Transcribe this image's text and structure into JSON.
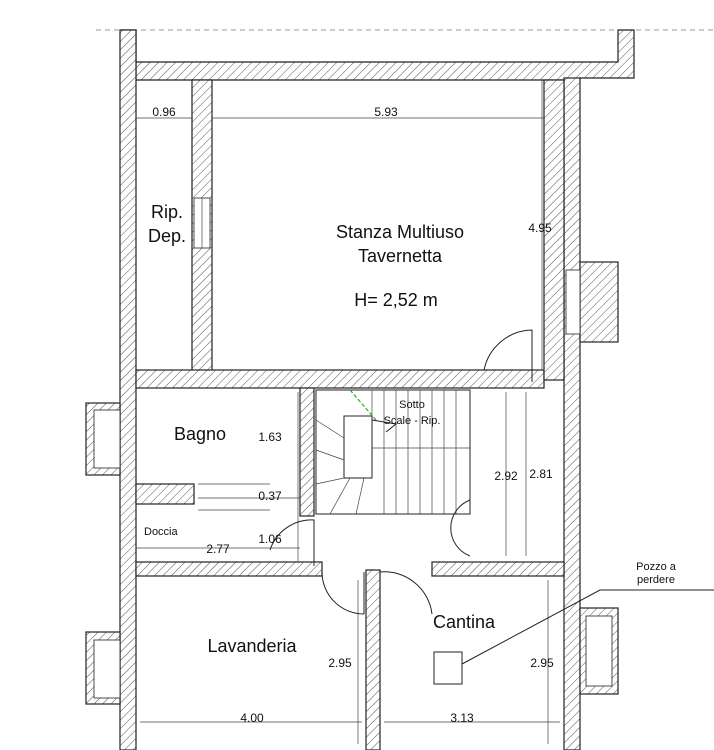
{
  "rooms": {
    "multiuso_line1": "Stanza Multiuso",
    "multiuso_line2": "Tavernetta",
    "height": "H= 2,52 m",
    "rip_line1": "Rip.",
    "rip_line2": "Dep.",
    "bagno": "Bagno",
    "doccia": "Doccia",
    "sotto_line1": "Sotto",
    "sotto_line2": "Scale - Rip.",
    "lavanderia": "Lavanderia",
    "cantina": "Cantina",
    "pozzo_line1": "Pozzo a",
    "pozzo_line2": "perdere"
  },
  "dimensions": {
    "d096": "0.96",
    "d593": "5.93",
    "d495": "4.95",
    "d163": "1.63",
    "d037": "0.37",
    "d106": "1.06",
    "d277": "2.77",
    "d292": "2.92",
    "d281": "2.81",
    "d295a": "2.95",
    "d295b": "2.95",
    "d400": "4.00",
    "d313": "3.13"
  },
  "colors": {
    "wall_line": "#222222",
    "stair_accent": "#33aa33"
  }
}
